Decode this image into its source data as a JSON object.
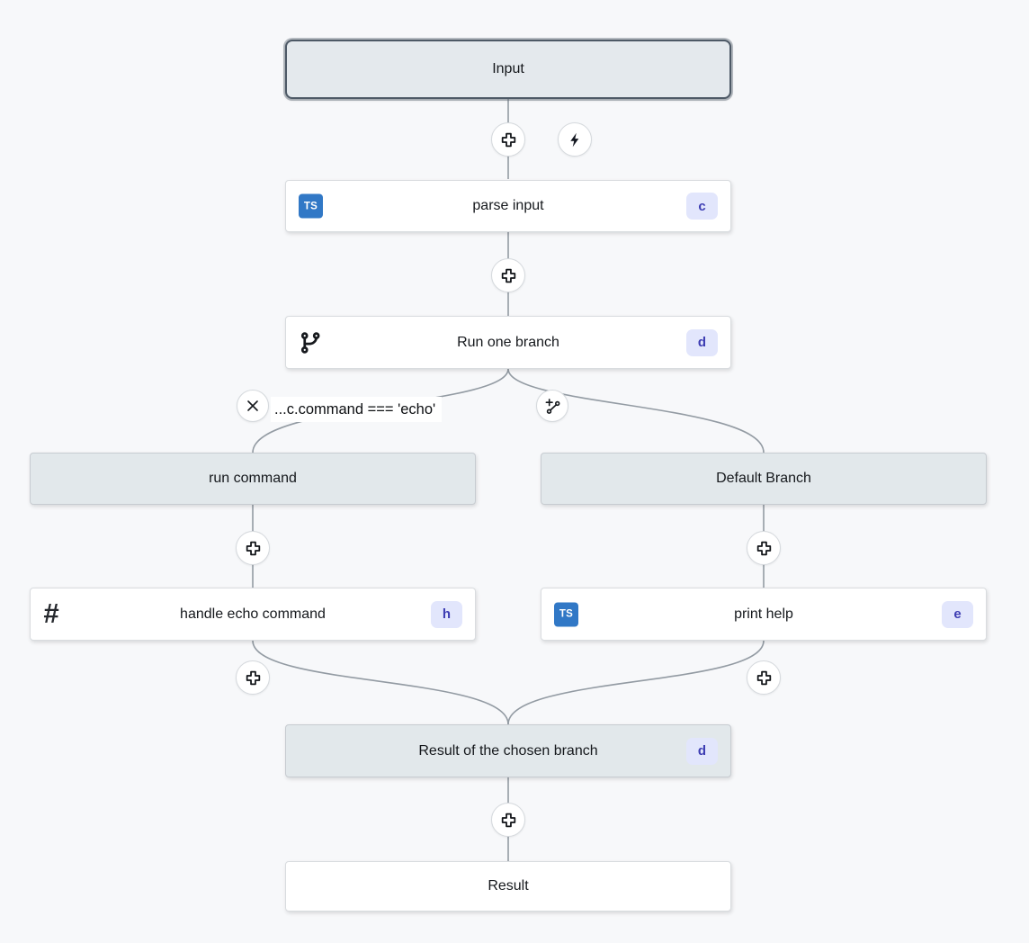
{
  "canvas": {
    "title": "Flow editor canvas"
  },
  "nodes": {
    "input": {
      "label": "Input"
    },
    "parse_input": {
      "label": "parse input",
      "badge": "c",
      "icon": "typescript"
    },
    "run_one_branch": {
      "label": "Run one branch",
      "badge": "d",
      "icon": "git-branch"
    },
    "run_command": {
      "label": "run command"
    },
    "default_branch": {
      "label": "Default Branch"
    },
    "handle_echo": {
      "label": "handle echo command",
      "badge": "h",
      "icon": "hash"
    },
    "print_help": {
      "label": "print help",
      "badge": "e",
      "icon": "typescript"
    },
    "result_branch": {
      "label": "Result of the chosen branch",
      "badge": "d"
    },
    "result": {
      "label": "Result"
    }
  },
  "condition": {
    "label": "...c.command === 'echo'"
  },
  "icons": {
    "ts_label": "TS",
    "hash_glyph": "#"
  },
  "colors": {
    "background": "#f7f8fa",
    "edge": "#939ba3",
    "node_gray_bg": "#e2e8eb",
    "input_border": "#4d5966",
    "ts_blue": "#3178c6",
    "badge_bg": "#e2e6fc",
    "badge_text": "#3d3db3"
  }
}
